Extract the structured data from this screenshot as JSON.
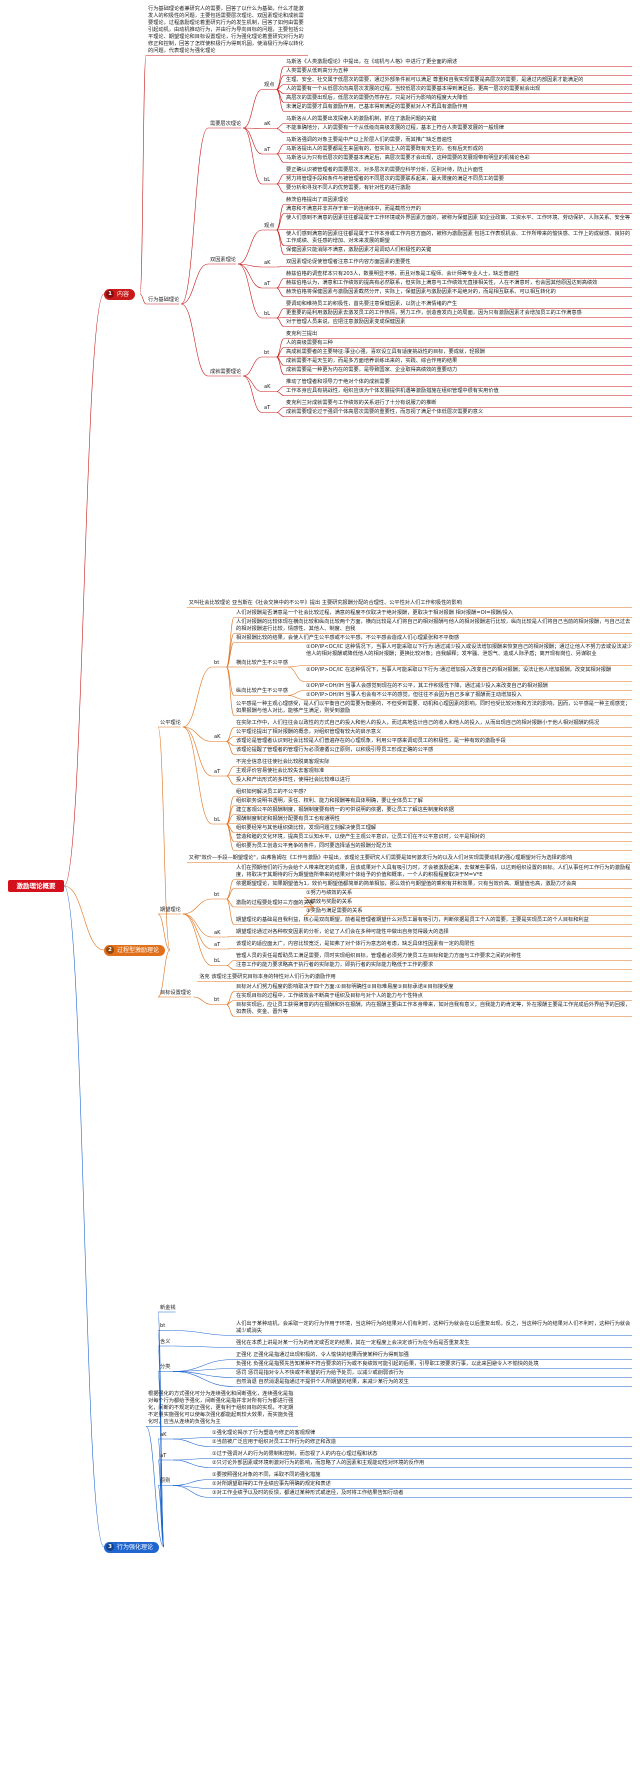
{
  "root": {
    "label": "激励理论概要"
  },
  "sections": [
    {
      "num": "1",
      "label": "内容",
      "color": "#c81a1a",
      "intro": "行为基础理论者兼研究人的需要，回答了以什么为基础，什么才能激发人的积极性的问题，主要包括需要层次理论、双因素理论和成就需要理论，过程激励理论着重研究行为的发生机制，回答了如何由需要引起动机，由动机推动行为，并由行为导向目标的问题，主要包括公平理论、期望理论和目标设置理论，行为强化理论着重研究对行为的修正和控制，回答了怎样使积极行为得到巩固，使消极行为得以转化的问题，代表理论为强化理论",
      "group": "行为基础理论",
      "theories": [
        {
          "name": "需要层次理论",
          "items": [
            {
              "title": "观点",
              "lead": "马斯洛《人类激励理论》中提出，在《动机与人格》中进行了更全面的阐述",
              "points": [
                "人类需要从低到高分为五种",
                "生理、安全、社交属于低层次的需要，通过外部条件就可以满足 尊重和自我实现需要是高层次的需要，是通过内部因素才能满足的",
                "人的需要有一个从低层次向高层次发展的过程，当较低层次的需要基本得到满足后，更高一层次的需要就会出现",
                "高层次的需要出现后，低层次的需要仍然存在，只是对行为影响的程度大大降低",
                "未满足的需要才具有激励作用，已基本得到满足的需要就对人不再具有激励作用"
              ]
            },
            {
              "title": "aK",
              "points": [
                "马斯洛从人的需要出发探索人的激励机制，抓住了激励问题的关键",
                "不能准确地分，人的需要有一个从低级向高级发展的过程，基本上符合人类需要发展的一般规律"
              ]
            },
            {
              "title": "aT",
              "points": [
                "马斯洛强调的对象主要是中产以上阶层人们的需要，而其推广缺乏普遍性",
                "马斯洛提出人的需要都是生来固有的，但实际上人的需要既有天生的，也有后天形成的",
                "马斯洛认为只有低层次的需要基本满足后，高层次需要才会出现，这种需要的发展观带有明显的机械论色彩"
              ]
            },
            {
              "title": "bL",
              "points": [
                "要正确认识被管理者的需要层次，对多层次的需要应科学分析，区别对待，防止片面性",
                "努力将管理手段和条件与被管理者的不同层次的需要联系起来，最大限度的满足不同员工的需要",
                "要分析和寻找不同人的优势需要，有针对性的进行激励"
              ]
            }
          ]
        },
        {
          "name": "双因素理论",
          "items": [
            {
              "title": "观点",
              "lead": "赫茨伯格提出了双因素理论",
              "points": [
                "满意和不满意并非共存于单一的连续体中，而是截然分开的",
                "使人们感到不满意的因素往往都是属于工作环境或外界因素方面的，被称为保健因素 如企业政策、工资水平、工作环境、劳动保护、人际关系、安全等",
                "使人们感到满意的因素往往都是属于工作本身或工作内容方面的，被称为激励因素 包括工作表现机会、工作所带来的愉快感、工作上的成就感、良好的工作成绩、责任感的增加、对未来发展的期望",
                "保健因素只能消除不满意，激励因素才是调动人们积极性的关键"
              ]
            },
            {
              "title": "aK",
              "points": [
                "双因素理论促使管理者注意工作内容方面因素的重要性"
              ]
            },
            {
              "title": "aT",
              "points": [
                "赫兹伯格的调查样本只有203人，数量明显不够，而且对象是工程师、会计师等专业人士，缺乏普遍性",
                "赫兹伯格认为，满意和工作绩效的提高有必然联系，但实际上满意与工作绩效无直接相关性，人在不满意时，也会因其他原因达到高绩效",
                "赫茨伯格将保健因素与激励因素截然分开，实际上，保健因素与激励因素不是绝对的，而是相互联系、可以相互转化的"
              ]
            },
            {
              "title": "bL",
              "points": [
                "要调动和维持员工的积极性，首先要注意保健因素，以防止不满情绪的产生",
                "更重要的是利用激励因素去激发员工的工作热情，努力工作，创造奋发向上的局面，因为只有激励因素才会增加员工的工作满意感",
                "对于管理人员来说，应把注意激励因素变成保健因素"
              ]
            }
          ]
        },
        {
          "name": "成就需要理论",
          "items": [
            {
              "title": "bt",
              "lead": "麦克利兰提出",
              "points": [
                "人的高级需要有三种",
                "高成就需要者的主要特征:事业心强，喜欢设立具有适度挑战性的目标，要成就，轻报酬",
                "成就需要不是天生的，而是多方面培养训练出来的，实践、综合作用的结果",
                "成就需要是一种更为内在的需要，是导致国家、企业取得高绩效的重要动力"
              ]
            },
            {
              "title": "aK",
              "points": [
                "推动了管理者和领导力于绝对个体的成就需要",
                "工作本身应具有挑战性，组织应该为个体发展提供机遇等激励措施在组织管理中很有实用价值"
              ]
            },
            {
              "title": "aT",
              "points": [
                "麦克利兰对成就需要与工作绩效的关系进行了十分有说服力的推断",
                "成就需要理论过于强调个体高层次需要的重要性，而忽视了满足个体低层次需要的意义"
              ]
            }
          ]
        }
      ]
    },
    {
      "num": "2",
      "label": "过程型激励理论",
      "color": "#e0701a",
      "theories": [
        {
          "name": "公平理论",
          "lead": "又叫社会比较理论 亚当斯在《社会交换中的不公平》提出 主要研究报酬分配的合理性、公平性对人们工作积极性的影响",
          "items": [
            {
              "title": "bt",
              "points": [
                "人们对报酬是否满意是一个社会比较过程，满意的程度不仅取决于绝对报酬，更取决于相对报酬 相对报酬=OI=报酬/投入",
                "人们对报酬的比较体现在横向比较和纵向比较两个方面，横向比较是人们将自己的相对报酬与他人的相对报酬进行比较，纵向比较是人们将自己当前的相对报酬，与自己过去的相对报酬进行比较，情感性、其他人、制度、自我",
                "相对报酬比较的结果，会使人们产生公平感或不公平感，不公平感会造成人们心理紧张和不平衡感"
              ],
              "subgroups": [
                {
                  "name": "横向比较产生不公平感",
                  "points": [
                    "①OP/IP<OC/IC 这种情况下，当事人可能采取以下行为:通过减少投入或设法增加报酬来恢复自己的相对报酬；通过让他人不努力去或设法减少他人的相对报酬或降低他人的相对报酬；更换比较对象；自我解释；发牢骚、泄怨气、造成人际矛盾；离开现有岗位、另谋职业",
                    "②OP/IP>OC/IC 在这种情况下，当事人可能采取以下行为:通过增加投入改变自己的相对报酬；设法让他人增加报酬，改变其相对报酬"
                  ]
                },
                {
                  "name": "纵向比较产生不公平感",
                  "points": [
                    "①OP/IP<OH/IH 当事人会感觉到现在的不公平，其工作积极性下降，通过减少投入来改变自己的相对报酬",
                    "②OP/IP>OH/IH 当事人也会有不公平的感觉，但往往不会因为自己多拿了报酬而主动增加投入"
                  ]
                }
              ],
              "tail": [
                "公平感是一种主观心理感受，是人们以平衡自己的需要为衡量的，不但受到需要、动机和心理因素的影响，同时也受比较对象和方法的影响，因而，公平感是一种主观感觉；如果报酬与他人对比，能够产生满足，则受到激励"
              ]
            },
            {
              "title": "aK",
              "points": [
                "在实际工作中，人们往往会以政性的方式自己的投入和他人的投入，而过高地估计自己的收入和他人的投入，从而出现自己的相对报酬小于他人相对报酬的情况",
                "公平理论提出了相对报酬的概念，对组织管理有较大的启示意义",
                "该理论是管理者认识到社会比较是人们普遍存在的心理现象，利用公平感来调动员工的积极性，是一种有效的激励手段",
                "该理论提醒了管理者的管理行为必须遵循公正原则，以积极引导员工形成正确的公平感"
              ]
            },
            {
              "title": "aT",
              "points": [
                "不完全信息往往使社会比较脱离客观实际",
                "主观评价容易使社会比较失去客观标准",
                "投入和产出形式的多样性，使得社会比较难以进行"
              ]
            },
            {
              "title": "bL",
              "points": [
                "组织如何解决员工的不公平感？",
                "组织职务说明书透明，责任、权利、能力和报酬等有具体明确，要让全体员工了解",
                "建立客观公平的报酬制度，报酬制度要有统一的可供说明的依据，要让员工了解这些制度和依据",
                "报酬制度制定和报酬分配要有员工也有通明性",
                "组织要经常与其他组织做比较，发现问题立刻解决使员工理解",
                "营造和睦的文化环境，提高员工认知水平，以使产生主观公平意识，让员工们在不公平意识时，公平是相对的",
                "组织要为员工创造公平竞争的条件，同时要选择适当的报酬分配方法"
              ]
            }
          ]
        },
        {
          "name": "期望理论",
          "lead": "又称\"效价—手段—期望理论\"，由弗鲁姆在《工作与激励》中提出，该理论主要研究人们需要是如何激发行为的以及人们对实现需要动机的强心理期望对行为选择的影响",
          "items": [
            {
              "title": "bt",
              "points": [
                "人们在预期他们的行为会给个人带来既定的成果，且该成果对个人具有吸引力时，才会被激励起来，去做某些事情，以达到组织设置的目标。人们从事任何工作行为的激励程度，将取决于其期待的行为期望值所带来的结果对个体给予的价值和概率，一个人的积极程度取决于M=V*E",
                "依据期望理论，如果期望值为1，效价与期望值都简单的简单相加，那么效价与期望值的乘积有并积效果，只有当效价高、期望值也高，激励力才会高"
              ],
              "subgroups": [
                {
                  "name": "激励的过程要处理好三方面的关系",
                  "points": [
                    "①努力与绩效的关系",
                    "②绩效与奖励的关系",
                    "③奖励与满足需要的关系"
                  ]
                }
              ],
              "tail": [
                "期望理论的基础是自我利益，核心是双向期望，前者是管理者期望什么对员工最有吸引力，判断依据是员工个人的需要，主要是实现员工的个人目标和利益"
              ]
            },
            {
              "title": "aK",
              "points": [
                "期望理论通过对各种权变因素的分析，论证了人们会在多种可能性中做出自身觉得最大的选择"
              ]
            },
            {
              "title": "aT",
              "points": [
                "该理论的适应面太广，内容比较宽泛，是如弗了对个体行为意志的考虑，缺乏具体性因素有一定的局限性"
              ]
            },
            {
              "title": "bL",
              "points": [
                "管理人员的责任是帮助员工满足需要，同时实现组织目标，管理者必须努力使员工在目标和能力方面与工作要求之间的对称性",
                "注意工作的能力要求略高于执行者的实际能力，即执行者的实际能力略低于工作的要求"
              ]
            }
          ]
        },
        {
          "name": "目标设置理论",
          "lead": "洛克 该理论主要研究目标本身的特性对人们行为的激励作用",
          "items": [
            {
              "title": "bt",
              "points": [
                "目标对人们努力程度的影响取决于四个方面:①目标明确性②目标难易度③目标承诺④目标接受度",
                "在实现目标的过程中，工作绩效会不断高于组织及目标与对个人的能力与个性特点",
                "目标实现后，应让员工获得满意的内在报酬和外在报酬，内在报酬主要由工作本身带来，如对自我有意义，自我能力的肯定等，外在报酬主要是工作完成后外界给予的回报，如表扬、奖金、晋升等"
              ]
            }
          ]
        }
      ]
    },
    {
      "num": "3",
      "label": "行为强化理论",
      "color": "#1f66d1",
      "theories": [
        {
          "name": "新金钱",
          "items": []
        },
        {
          "name": "bt",
          "items": [
            {
              "title": "",
              "points": [
                "人们出于某种动机，会采取一定的行为作用于环境，当这种行为的结果对人们有利时，这种行为就会在以后重复出现，反之，当这种行为的结果对人们不利时，这种行为就会减少或消失"
              ]
            }
          ]
        },
        {
          "name": "含义",
          "items": [
            {
              "title": "",
              "points": [
                "强化在本质上讲是对某一行为的肯定或否定的结果，其在一定程度上会决定该行为在今后是否重复发生"
              ]
            }
          ]
        },
        {
          "name": "分类",
          "items": [
            {
              "title": "",
              "points": [
                "正强化 正强化是指通过出现积极的、令人愉快的结果而使某种行为得到加强",
                "负强化 负强化是指预先告知某种不符合要求的行为或不良绩效可能引起的后果，引导职工按要求行事，以此来回避令人不愉快的处境",
                "惩罚 惩罚是指对令人不快或不希望的行为给予处罚，以减少或削弱该行为",
                "自然消退 自然消退是指通过不提供个人所期望的结果，来减少某行为的发生"
              ]
            }
          ]
        }
      ],
      "summary": "根据强化的方式强化可分为连续强化和间断强化，连续强化是指对每个行为都给予强化，间断强化是指并非对所有行为都进行强化，间断的不规定的正强化，更有利于组织目标的实现，不定期不定量实施强化可以使每次强化都能起到较大效果，而实施负强化时，应当从连续的负强化为主",
      "tail_theories": [
        {
          "name": "aK",
          "points": [
            "①强化理论揭示了行为塑造与修正的客观规律",
            "②当前被广泛应用于组织对员工工作行为的修正和改造"
          ]
        },
        {
          "name": "aT",
          "points": [
            "①过于强调对人的行为的限制和控制，而忽视了人的内在心理过程和状态",
            "②只讨论外部因素或环境刺激对行为的影响，而忽略了人的因素和主观能动性对环境的反作用"
          ]
        },
        {
          "name": "原则",
          "points": [
            "①要按照强化对象的不同，采取不同的强化措施",
            "②对所期望取得的工作业绩应事先明确的规定和表述",
            "③对工作业绩予以及时的反馈，都通过某种形式或途径，及时将工作结果告知行动者"
          ]
        }
      ]
    }
  ]
}
